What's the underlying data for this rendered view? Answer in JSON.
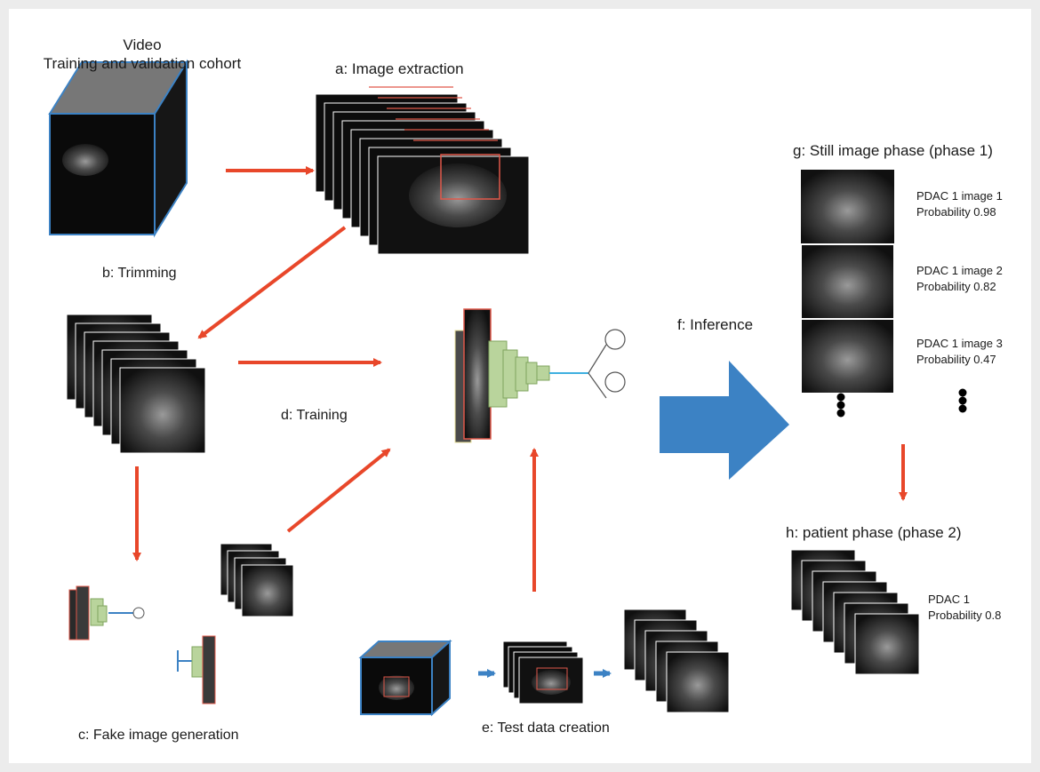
{
  "video": {
    "line1": "Video",
    "line2": "Training and validation cohort"
  },
  "steps": {
    "a": "a: Image extraction",
    "b": "b: Trimming",
    "c": "c: Fake image generation",
    "d": "d: Training",
    "e": "e: Test data creation",
    "f": "f: Inference",
    "g": "g:  Still image phase (phase 1)",
    "h": "h: patient phase (phase 2)"
  },
  "still_images": [
    {
      "name": "PDAC 1 image 1",
      "probability": "Probability 0.98"
    },
    {
      "name": "PDAC 1 image 2",
      "probability": "Probability 0.82"
    },
    {
      "name": "PDAC 1 image 3",
      "probability": "Probability 0.47"
    }
  ],
  "patient": {
    "name": "PDAC 1",
    "probability": "Probability 0.8"
  },
  "colors": {
    "arrow": "#e8472a",
    "blue": "#3c82c4",
    "net_green": "#b9d49c",
    "frame_red": "#e0584a"
  }
}
